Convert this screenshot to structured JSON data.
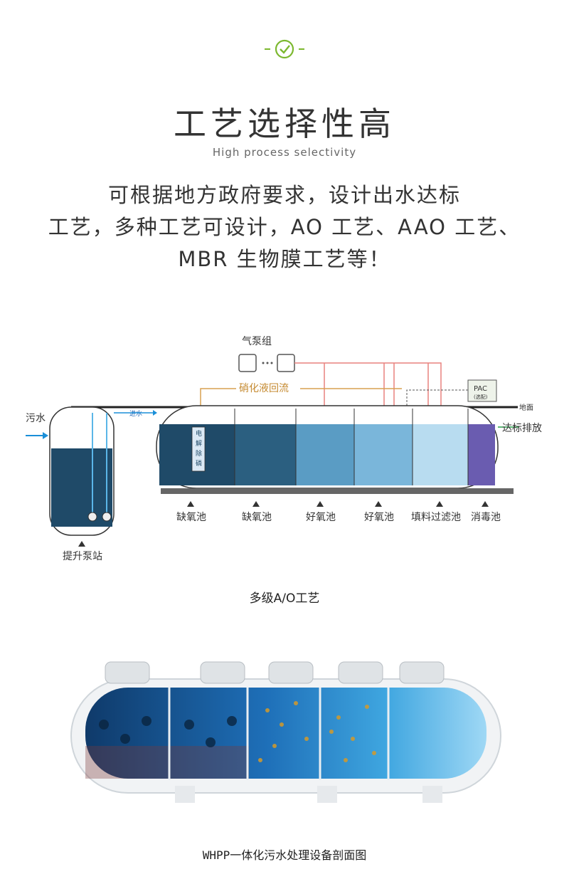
{
  "header": {
    "title": "工艺选择性高",
    "subtitle": "High process selectivity"
  },
  "description": {
    "lines": [
      "可根据地方政府要求，设计出水达标",
      "工艺，多种工艺可设计，AO 工艺、AAO 工艺、",
      "MBR 生物膜工艺等！"
    ]
  },
  "diagram": {
    "air_pump": "气泵组",
    "reflux": "硝化液回流",
    "pac": "PAC",
    "pac_sub": "(选配)",
    "ground": "地面",
    "inlet": "进水",
    "sewage": "污水",
    "discharge": "达标排放",
    "electrolysis": [
      "电",
      "解",
      "除",
      "磷"
    ],
    "lift_station": "提升泵站",
    "tanks": [
      "缺氧池",
      "缺氧池",
      "好氧池",
      "好氧池",
      "填料过滤池",
      "消毒池"
    ]
  },
  "captions": {
    "diagram": "多级A/O工艺",
    "photo": "WHPP一体化污水处理设备剖面图"
  },
  "colors": {
    "accent_green": "#7cb82f",
    "water_dark": "#1f4a68",
    "water_light": "#9fd0ee",
    "pipe_red": "#e8827f",
    "reflux_orange": "#d9a050"
  }
}
